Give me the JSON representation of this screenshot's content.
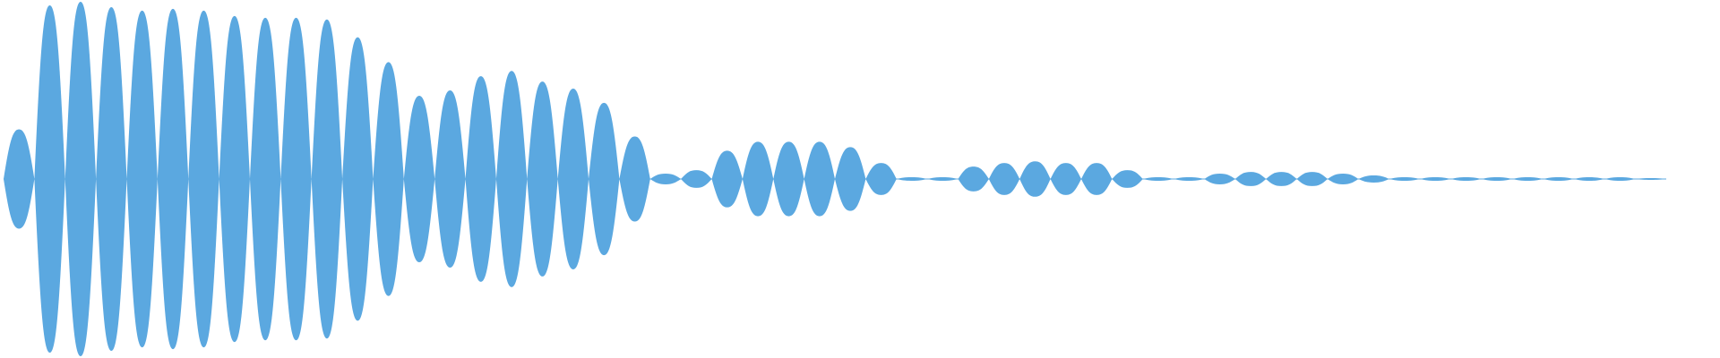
{
  "waveform": {
    "color": "#5BA8E0",
    "levels": [
      0.28,
      0.98,
      1.0,
      0.97,
      0.95,
      0.96,
      0.95,
      0.92,
      0.91,
      0.91,
      0.9,
      0.8,
      0.66,
      0.47,
      0.5,
      0.58,
      0.61,
      0.55,
      0.51,
      0.43,
      0.24,
      0.03,
      0.05,
      0.16,
      0.21,
      0.21,
      0.21,
      0.18,
      0.09,
      0.01,
      0.01,
      0.07,
      0.09,
      0.1,
      0.09,
      0.09,
      0.05,
      0.01,
      0.01,
      0.03,
      0.04,
      0.04,
      0.04,
      0.03,
      0.02,
      0.01,
      0.01,
      0.01,
      0.01,
      0.01,
      0.01,
      0.01,
      0.01,
      0.005
    ]
  }
}
